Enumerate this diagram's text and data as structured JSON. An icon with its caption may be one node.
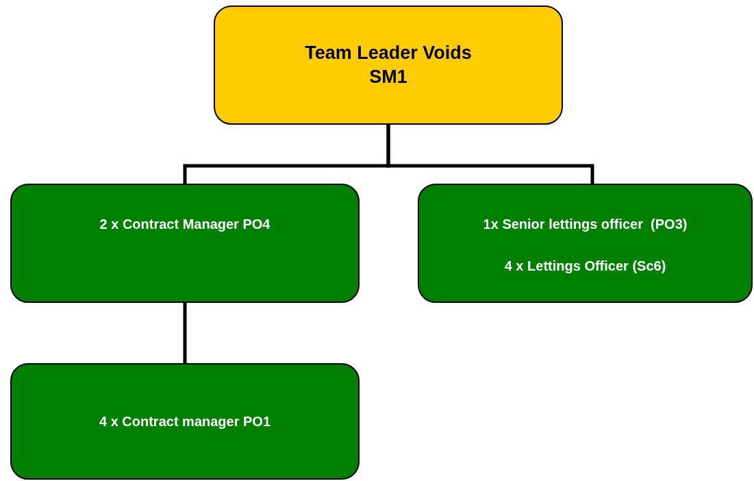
{
  "diagram": {
    "nodes": [
      {
        "text": [
          "Team Leader Voids SM1"
        ]
      },
      {
        "text": [
          "2 x Contract Manager PO4"
        ]
      },
      {
        "text": [
          "1x Senior lettings officer  (PO3)",
          "4 x Lettings Officer (Sc6)"
        ]
      },
      {
        "text": [
          "4 x Contract manager PO1"
        ]
      }
    ],
    "edges": [
      {
        "from": 0,
        "to": 1,
        "arrow": "none"
      },
      {
        "from": 0,
        "to": 2,
        "arrow": "none"
      },
      {
        "from": 1,
        "to": 3,
        "arrow": "none"
      }
    ]
  }
}
